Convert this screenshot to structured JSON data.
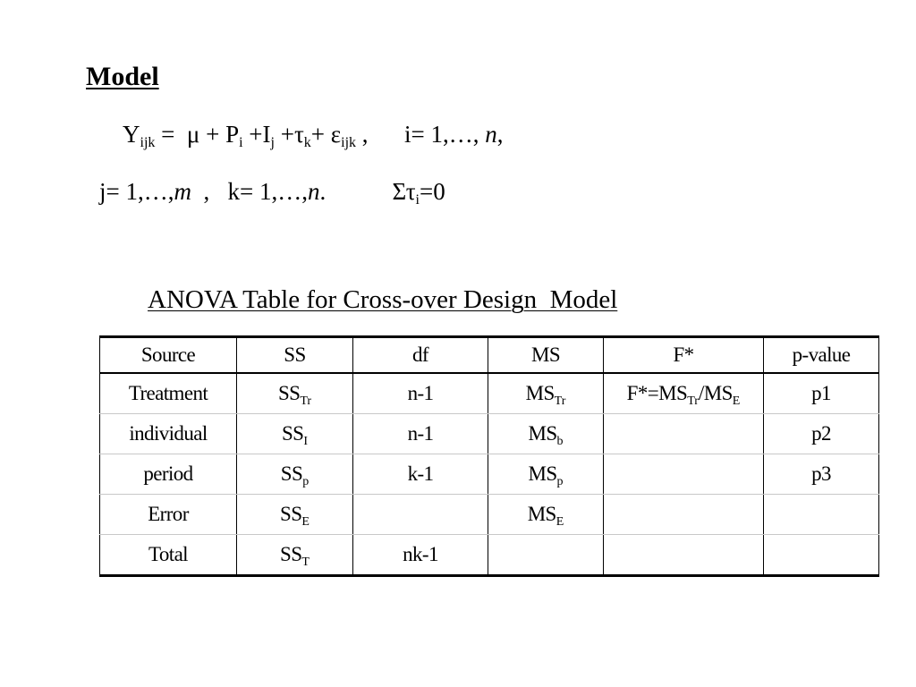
{
  "heading": "Model",
  "equation": {
    "line1": {
      "Y": "Y",
      "Y_sub": "ijk",
      "a": " =  μ + P",
      "P_sub": "i",
      "b": " +I",
      "I_sub": "j",
      "c": " +τ",
      "tau_sub": "k",
      "d": "+ ε",
      "eps_sub": "ijk",
      "e": " ,      i= 1,…, ",
      "n": "n",
      "f": ","
    },
    "line2": {
      "a": "j= 1,…,",
      "m": "m",
      "b": "  ,   k= 1,…,",
      "n": "n",
      "c": ".           Στ",
      "tau_sub": "i",
      "d": "=0"
    }
  },
  "table": {
    "title": "ANOVA Table for Cross-over Design  Model",
    "headers": [
      "Source",
      "SS",
      "df",
      "MS",
      "F*",
      "p-value"
    ],
    "rows": [
      {
        "source": "Treatment",
        "ss": "SS",
        "ss_sub": "Tr",
        "df": "n-1",
        "ms": "MS",
        "ms_sub": "Tr",
        "f_a": "F*=MS",
        "f_sub1": "Tr",
        "f_b": "/MS",
        "f_sub2": "E",
        "p": "p1"
      },
      {
        "source": "individual",
        "ss": "SS",
        "ss_sub": "I",
        "df": "n-1",
        "ms": "MS",
        "ms_sub": "b",
        "p": "p2"
      },
      {
        "source": "period",
        "ss": "SS",
        "ss_sub": "p",
        "df": "k-1",
        "ms": "MS",
        "ms_sub": "p",
        "p": "p3"
      },
      {
        "source": "Error",
        "ss": "SS",
        "ss_sub": "E",
        "ms": "MS",
        "ms_sub": "E"
      },
      {
        "source": "Total",
        "ss": "SS",
        "ss_sub": "T",
        "df": "nk-1"
      }
    ]
  }
}
